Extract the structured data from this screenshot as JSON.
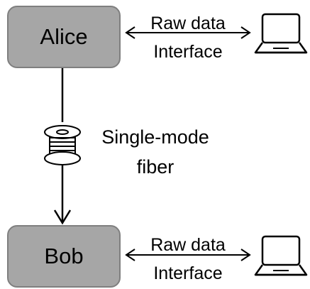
{
  "nodes": {
    "alice": {
      "label": "Alice"
    },
    "bob": {
      "label": "Bob"
    }
  },
  "interfaces": {
    "alice": {
      "line1": "Raw data",
      "line2": "Interface",
      "icon": "laptop-icon"
    },
    "bob": {
      "line1": "Raw data",
      "line2": "Interface",
      "icon": "laptop-icon"
    }
  },
  "link": {
    "label_line1": "Single-mode",
    "label_line2": "fiber",
    "icon": "fiber-spool-icon"
  },
  "colors": {
    "box_fill": "#a6a6a6",
    "box_border": "#7f7f7f",
    "line": "#000000"
  }
}
